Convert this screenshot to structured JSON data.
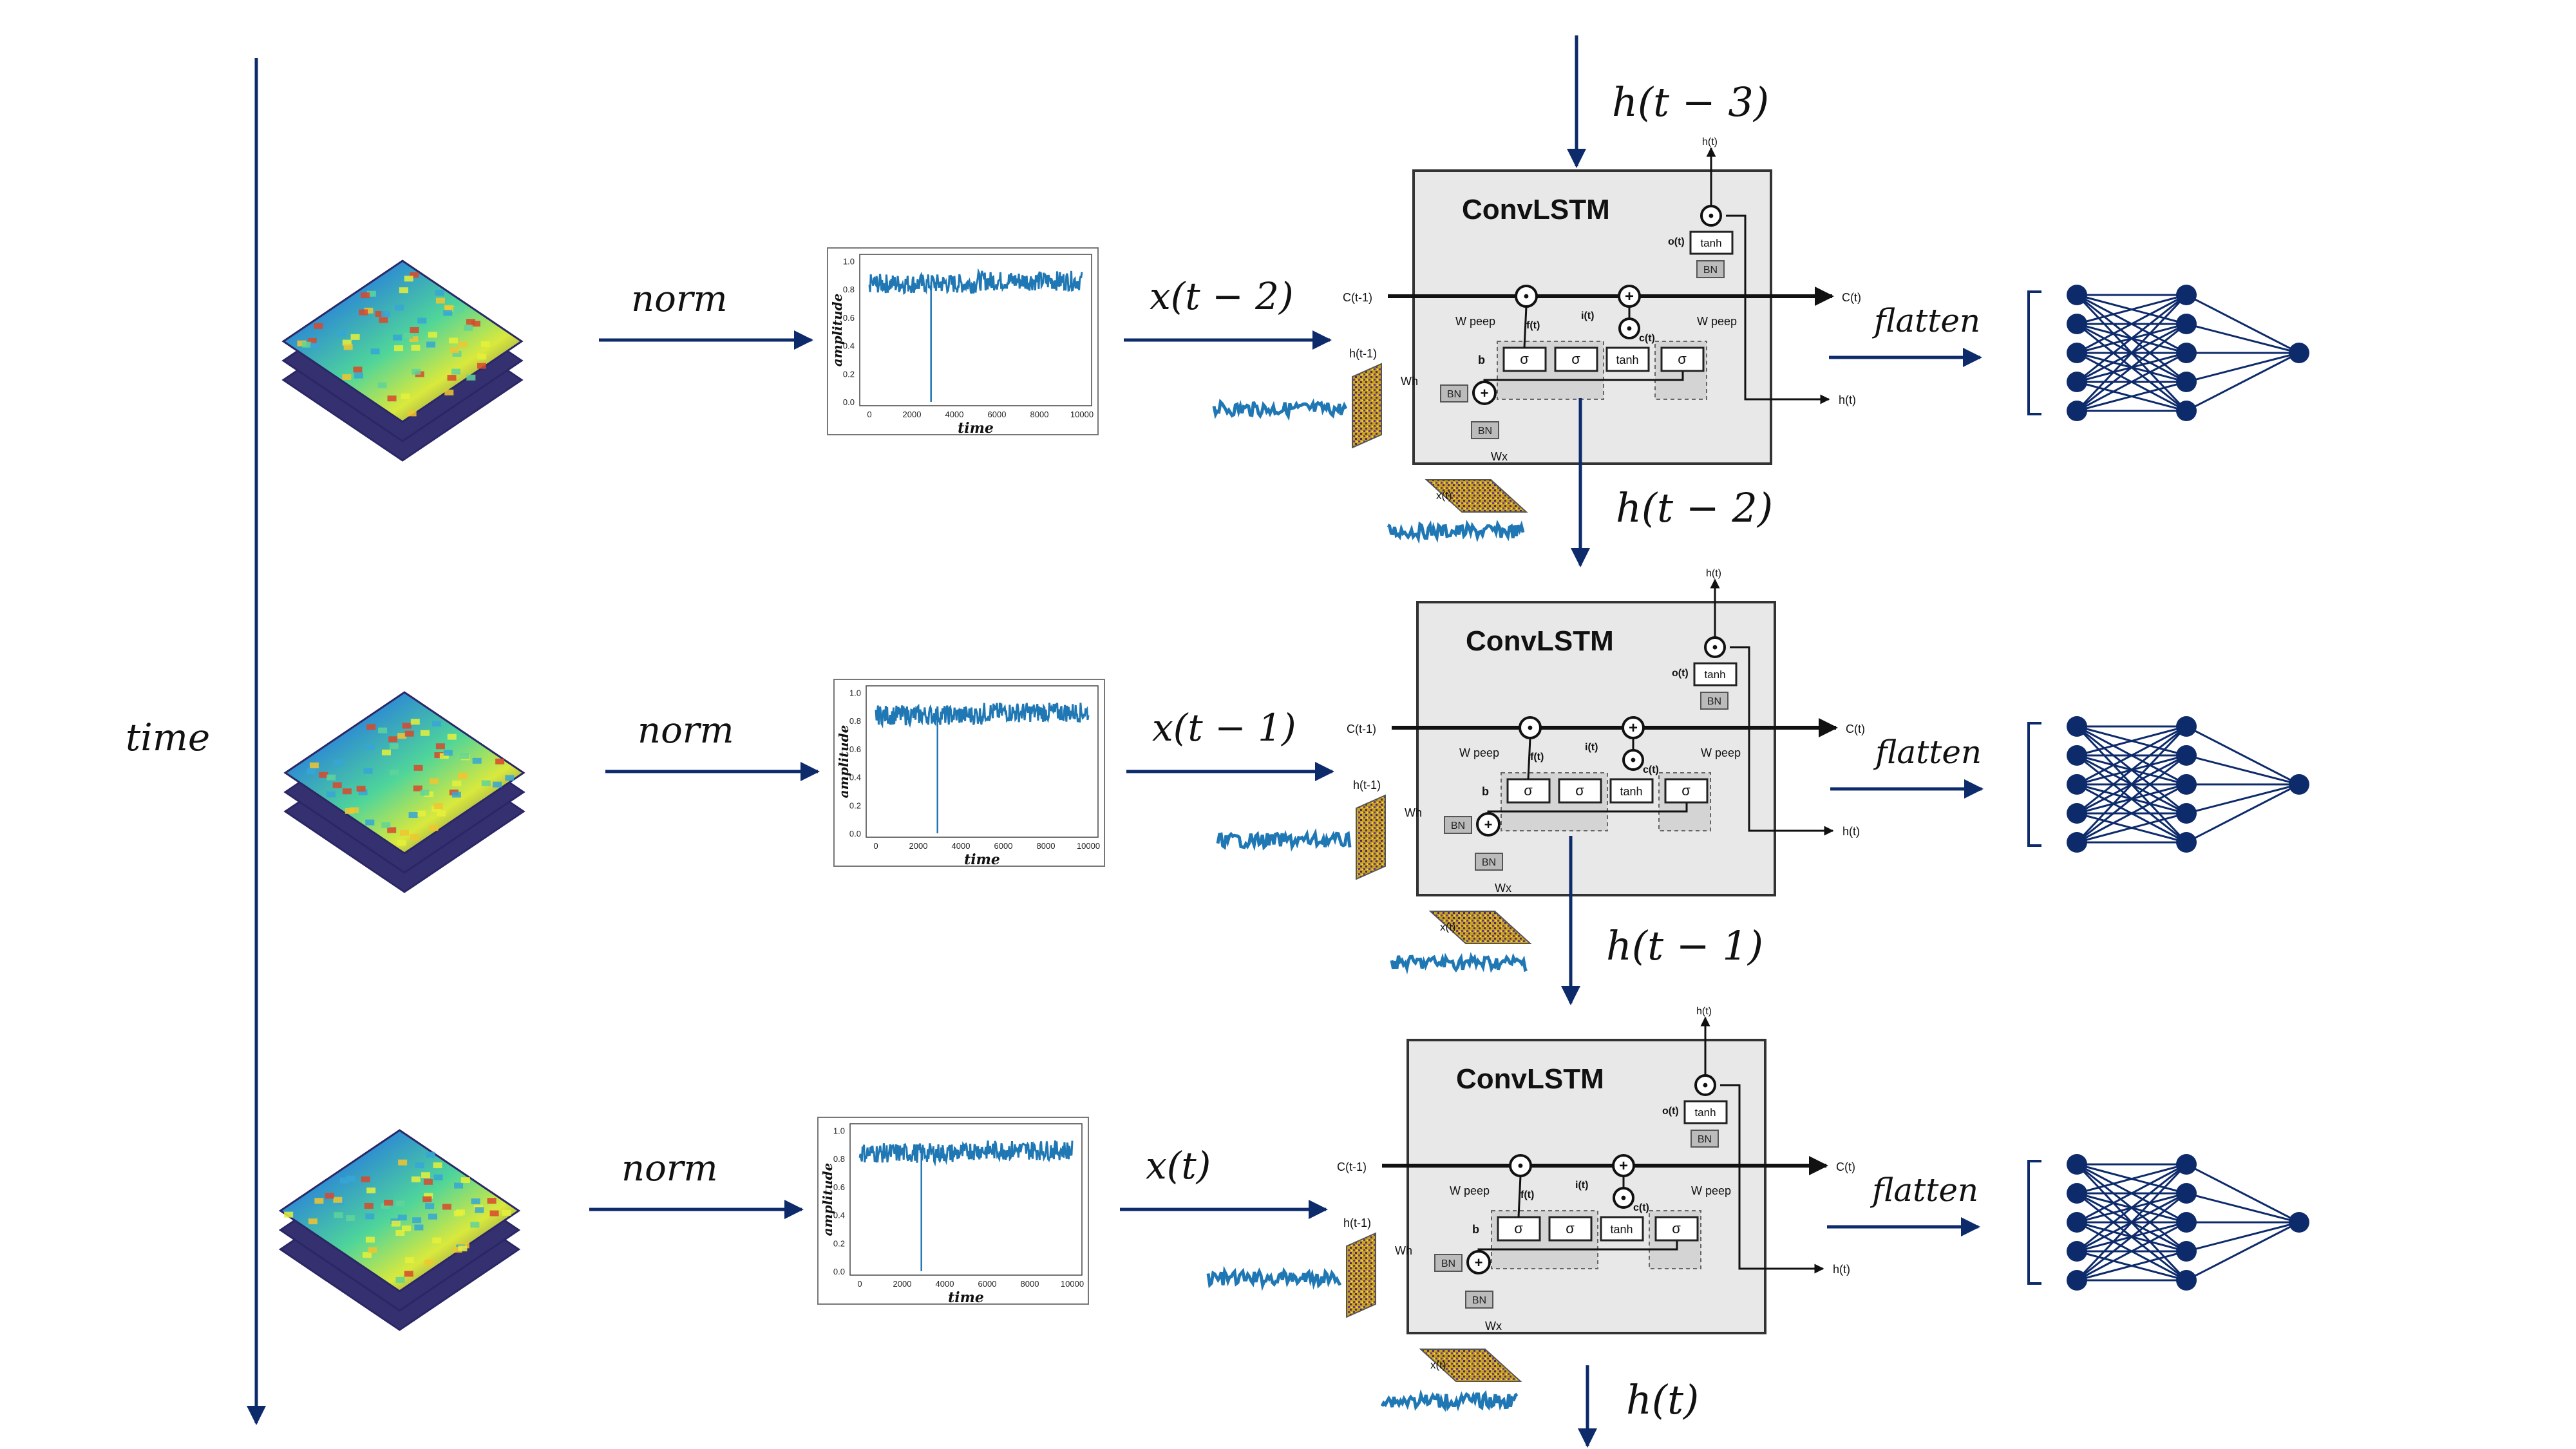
{
  "time_axis_label": "time",
  "norm_label": "norm",
  "flatten_label": "flatten",
  "cell_title": "ConvLSTM",
  "rows": [
    {
      "input_label": "x(t − 2)",
      "hidden_in": "h(t − 3)"
    },
    {
      "input_label": "x(t − 1)",
      "hidden_in": "h(t − 2)"
    },
    {
      "input_label": "x(t)",
      "hidden_in": "h(t − 1)"
    }
  ],
  "final_hidden": "h(t)",
  "plot": {
    "ylabel": "amplitude",
    "xlabel": "time",
    "yticks": [
      "1.0",
      "0.8",
      "0.6",
      "0.4",
      "0.2",
      "0.0"
    ],
    "xticks": [
      "0",
      "2000",
      "4000",
      "6000",
      "8000",
      "10000"
    ]
  },
  "cell_labels": {
    "c_prev": "C(t-1)",
    "c_out": "C(t)",
    "h_prev": "h(t-1)",
    "h_out": "h(t)",
    "h_top": "h(t)",
    "x_in": "x(t)",
    "w_peep": "W peep",
    "w_h": "Wh",
    "w_x": "Wx",
    "f_gate": "f(t)",
    "i_gate": "i(t)",
    "o_gate": "o(t)",
    "c_mid": "c(t)",
    "b": "b",
    "bn": "BN",
    "sigma": "σ",
    "tanh": "tanh"
  },
  "colors": {
    "navy": "#0d2a6b",
    "signal": "#1f77b4",
    "cell_bg": "#e8e8e8"
  }
}
